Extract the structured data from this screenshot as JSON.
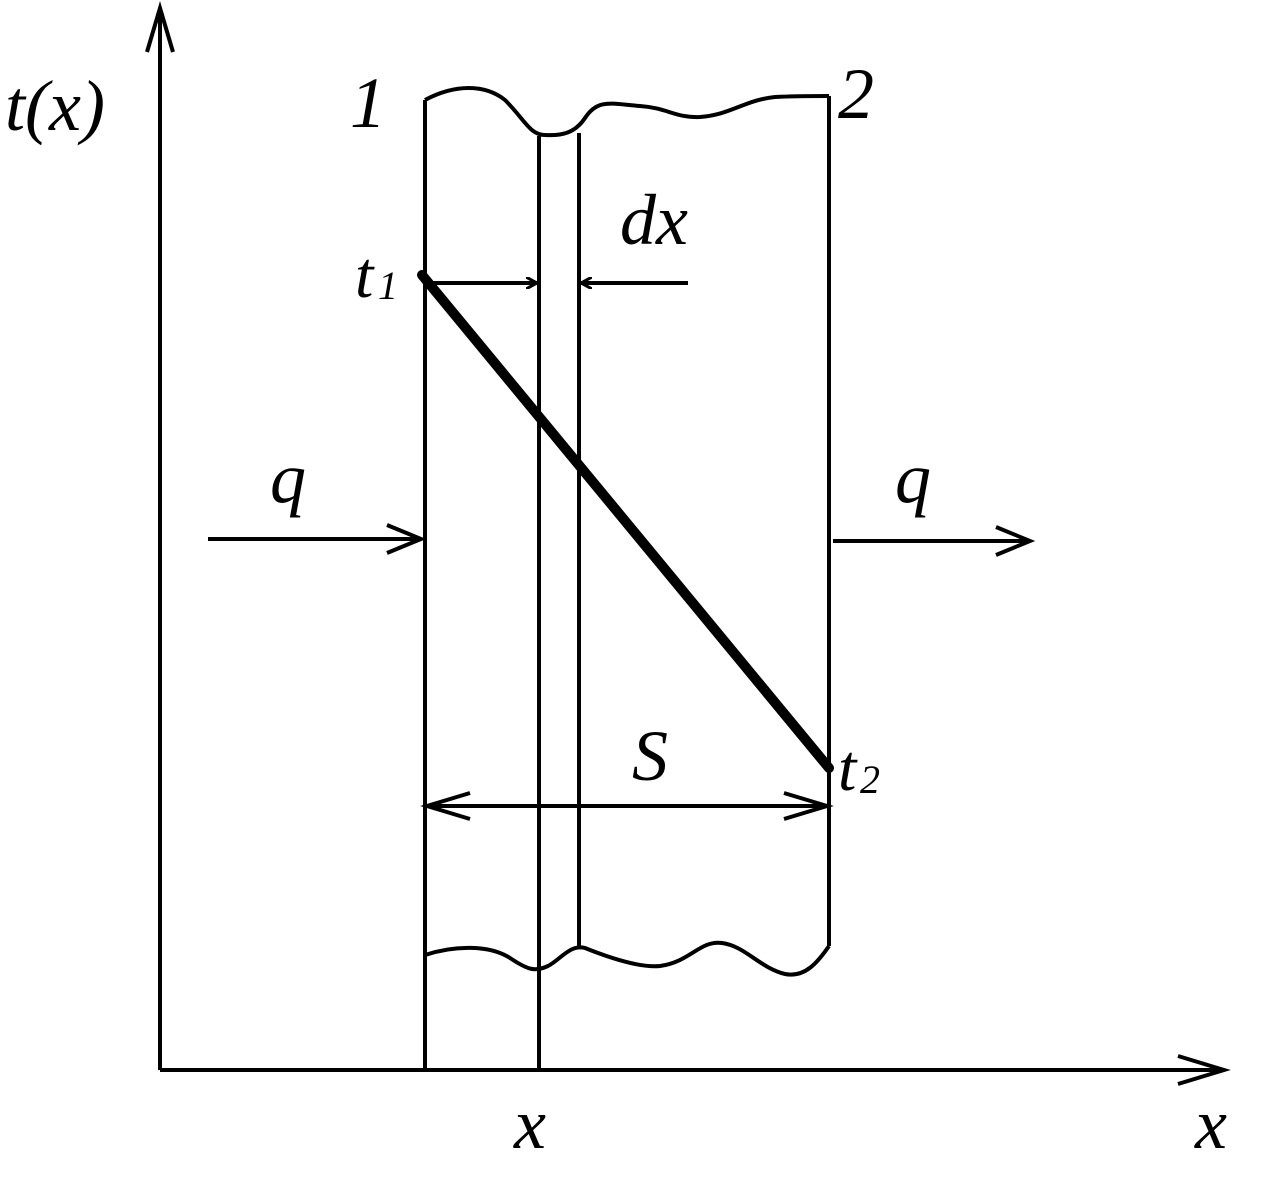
{
  "labels": {
    "y_axis": "t(x)",
    "x_axis": "x",
    "x_position": "x",
    "surface_1": "1",
    "surface_2": "2",
    "thickness": "S",
    "layer_width": "dx",
    "flux_in": "q",
    "flux_out": "q",
    "t1_main": "t",
    "t1_sub": "1",
    "t2_main": "t",
    "t2_sub": "2"
  },
  "colors": {
    "stroke": "#000000",
    "background": "#ffffff"
  }
}
